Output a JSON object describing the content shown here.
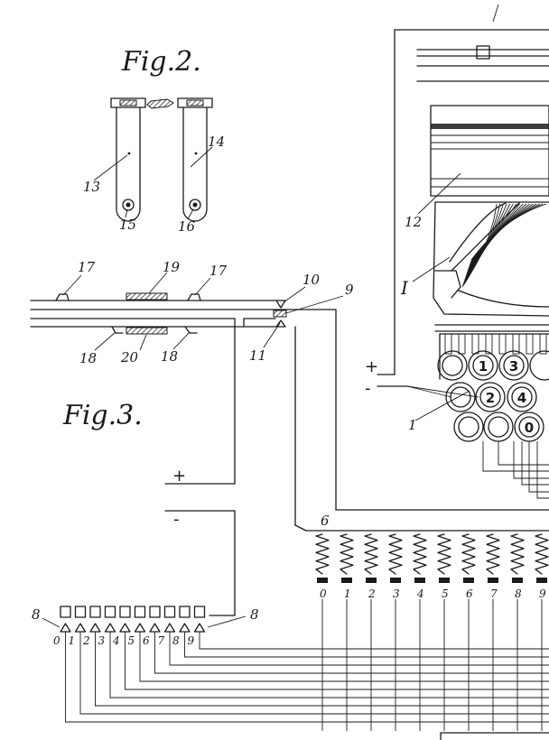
{
  "figures": {
    "fig2_title": "Fig.2.",
    "fig3_title": "Fig.3."
  },
  "fig2_labels": {
    "l13": "13",
    "l14": "14",
    "l15": "15",
    "l16": "16"
  },
  "fig3_labels": {
    "l17a": "17",
    "l17b": "17",
    "l19": "19",
    "l10": "10",
    "l9": "9",
    "l18a": "18",
    "l18b": "18",
    "l20": "20",
    "l11": "11"
  },
  "machine_labels": {
    "l12": "12",
    "lI": "I",
    "l1": "1",
    "l6": "6",
    "l8a": "8",
    "l8b": "8"
  },
  "polarity": {
    "plus_right": "+",
    "minus_right": "-",
    "plus_mid": "+",
    "minus_mid": "-"
  },
  "keys": [
    "1",
    "3",
    "2",
    "4",
    "0"
  ],
  "digits": [
    "0",
    "1",
    "2",
    "3",
    "4",
    "5",
    "6",
    "7",
    "8",
    "9"
  ]
}
